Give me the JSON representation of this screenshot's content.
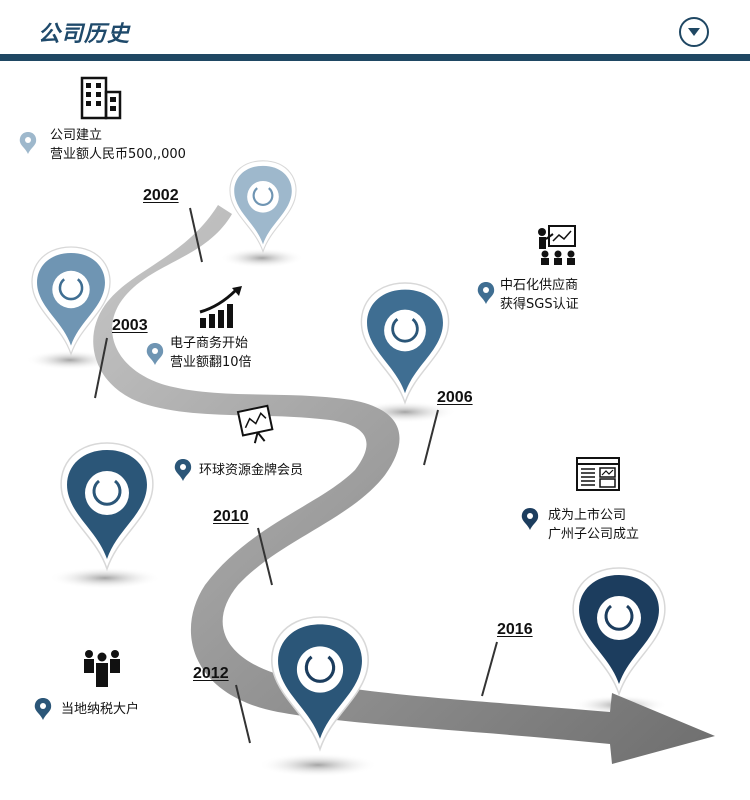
{
  "header": {
    "title": "公司历史"
  },
  "icons": {
    "dropdown": "chevron-down-icon",
    "building": "building-icon",
    "growth_chart": "growth-chart-icon",
    "presentation": "presentation-icon",
    "monitor_chart": "monitor-chart-icon",
    "report": "report-icon",
    "people": "people-icon",
    "location": "location-pin-icon"
  },
  "colors": {
    "primary": "#1f4763",
    "pin_light": "#9eb8cc",
    "pin_mid": "#6f95b3",
    "pin_steel": "#3f6e92",
    "pin_dark": "#2b5678",
    "pin_navy": "#1c3d5e",
    "road": "#8f8f8f"
  },
  "milestones": [
    {
      "year": "",
      "lines": [
        "公司建立",
        "营业额人民币500,,000"
      ]
    },
    {
      "year": "2002",
      "lines": []
    },
    {
      "year": "2003",
      "lines": [
        "电子商务开始",
        "营业额翻10倍"
      ]
    },
    {
      "year": "",
      "lines": [
        "中石化供应商",
        "获得SGS认证"
      ]
    },
    {
      "year": "2006",
      "lines": []
    },
    {
      "year": "",
      "lines": [
        "环球资源金牌会员"
      ]
    },
    {
      "year": "2010",
      "lines": []
    },
    {
      "year": "",
      "lines": [
        "成为上市公司",
        "广州子公司成立"
      ]
    },
    {
      "year": "2012",
      "lines": []
    },
    {
      "year": "",
      "lines": [
        "当地纳税大户"
      ]
    },
    {
      "year": "2016",
      "lines": []
    }
  ]
}
